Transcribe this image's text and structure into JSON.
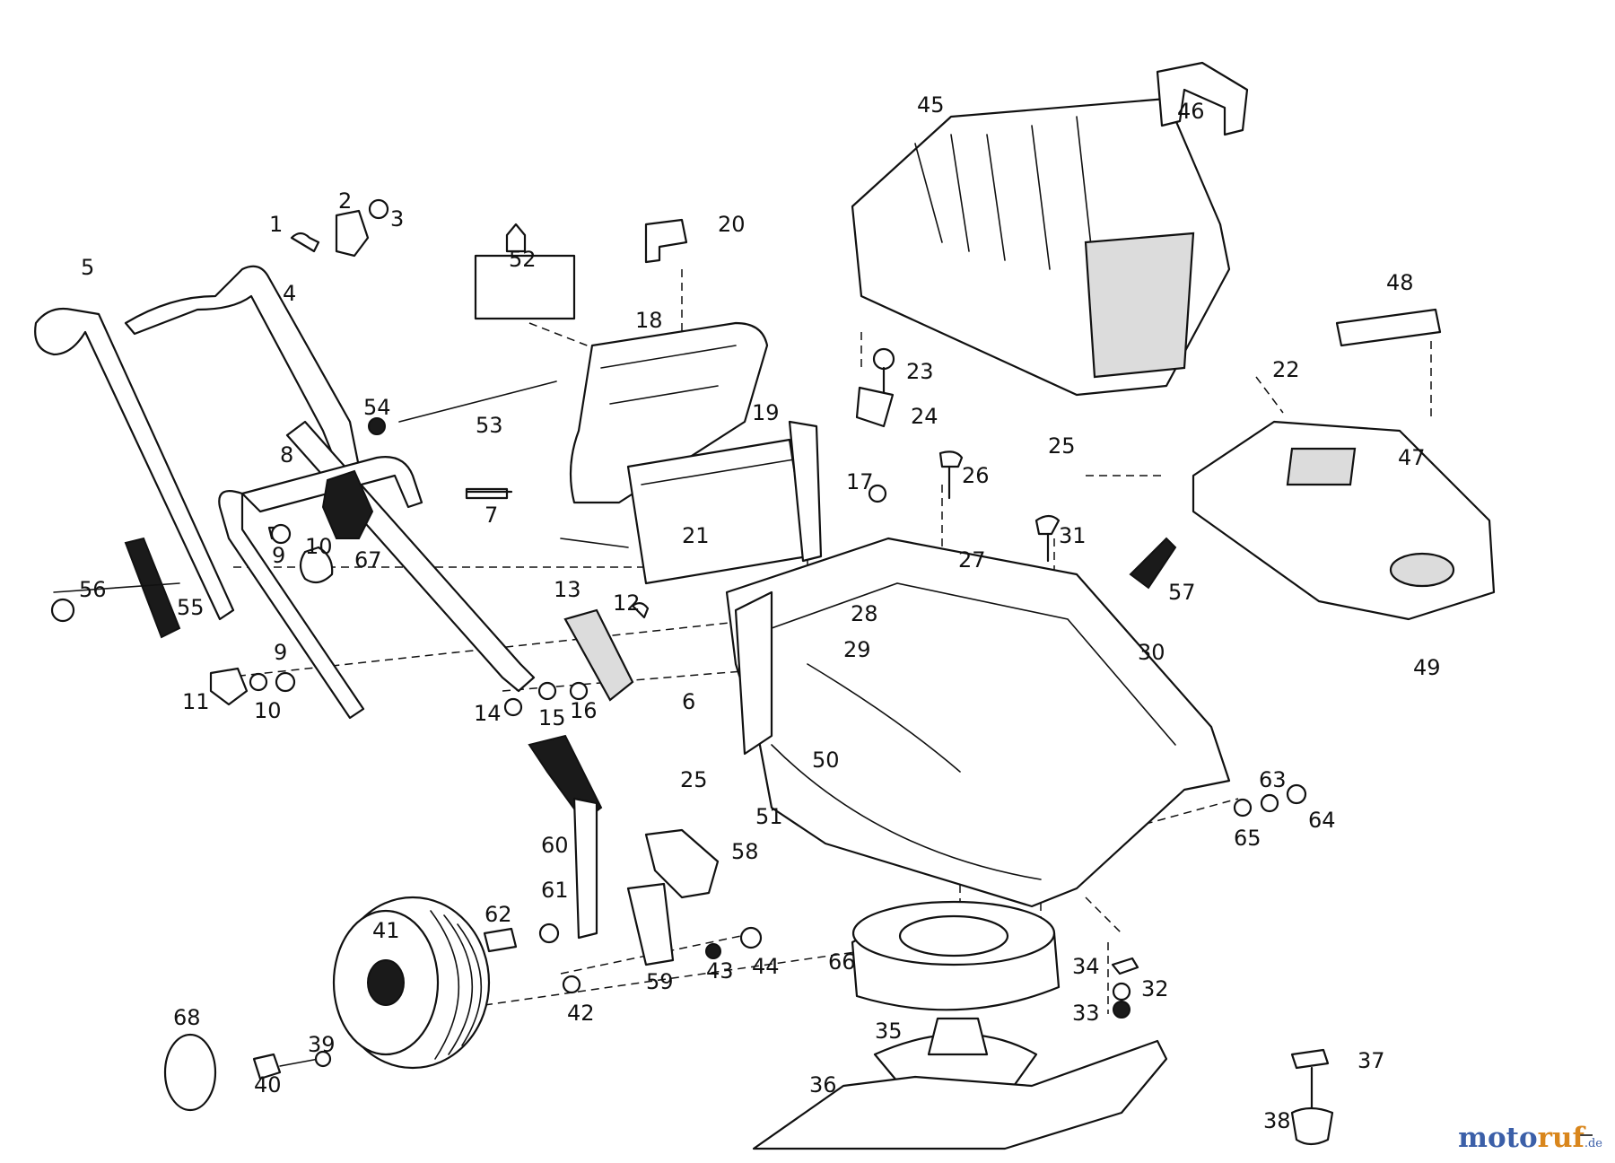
{
  "part_numbers": [
    "1",
    "2",
    "3",
    "4",
    "5",
    "6",
    "7",
    "8",
    "9",
    "9",
    "10",
    "10",
    "11",
    "12",
    "13",
    "14",
    "15",
    "16",
    "17",
    "18",
    "19",
    "20",
    "21",
    "22",
    "23",
    "24",
    "25",
    "25",
    "26",
    "27",
    "28",
    "29",
    "30",
    "31",
    "32",
    "33",
    "34",
    "35",
    "36",
    "37",
    "38",
    "39",
    "40",
    "41",
    "42",
    "43",
    "44",
    "45",
    "46",
    "47",
    "48",
    "49",
    "50",
    "51",
    "52",
    "53",
    "54",
    "55",
    "56",
    "57",
    "58",
    "59",
    "60",
    "61",
    "62",
    "63",
    "64",
    "65",
    "66",
    "67",
    "68"
  ],
  "watermark": {
    "part1": "moto",
    "part2": "ruf",
    "part3": ".de"
  },
  "colors": {
    "line": "#111111",
    "brand_blue": "#3b5fa8",
    "brand_orange": "#d9861c"
  }
}
